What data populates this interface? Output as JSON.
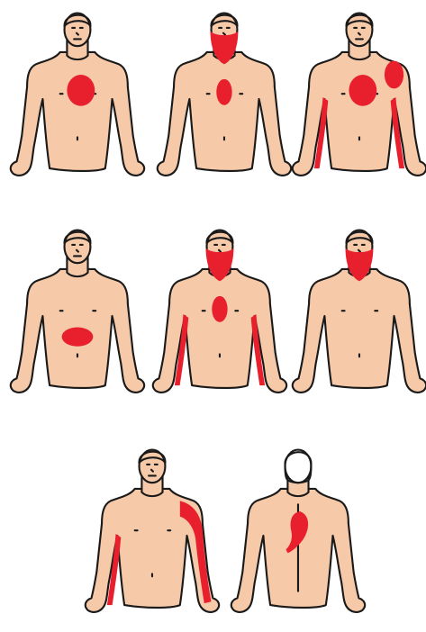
{
  "colors": {
    "skin": "#f6c9a8",
    "pain": "#e8202e",
    "outline": "#1a1a1a",
    "hair": "#ffffff",
    "background": "#ffffff"
  },
  "figures": [
    {
      "id": "fig-1",
      "view": "front",
      "pain_regions": [
        "central-chest"
      ]
    },
    {
      "id": "fig-2",
      "view": "front",
      "pain_regions": [
        "jaw-neck",
        "mid-sternum"
      ]
    },
    {
      "id": "fig-3",
      "view": "front",
      "pain_regions": [
        "central-chest",
        "left-shoulder",
        "both-inner-arms"
      ]
    },
    {
      "id": "fig-4",
      "view": "front",
      "pain_regions": [
        "upper-abdomen"
      ]
    },
    {
      "id": "fig-5",
      "view": "front",
      "pain_regions": [
        "jaw-neck",
        "mid-sternum",
        "both-inner-arms"
      ]
    },
    {
      "id": "fig-6",
      "view": "front",
      "pain_regions": [
        "jaw-neck"
      ]
    },
    {
      "id": "fig-7",
      "view": "front",
      "pain_regions": [
        "left-shoulder-arm",
        "right-inner-arm"
      ]
    },
    {
      "id": "fig-8",
      "view": "back",
      "pain_regions": [
        "between-shoulder-blades"
      ]
    }
  ]
}
